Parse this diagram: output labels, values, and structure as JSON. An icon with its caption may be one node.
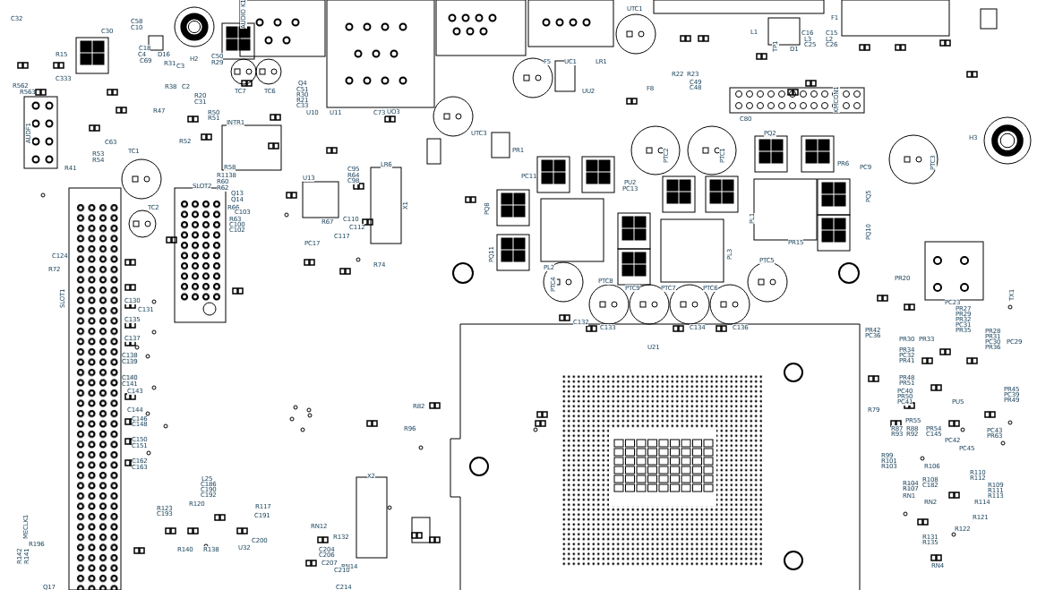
{
  "diagram": {
    "labels": [
      "C32",
      "R15",
      "C333",
      "R562",
      "R563",
      "AUDF1",
      "R41",
      "R53",
      "R54",
      "C63",
      "R47",
      "D16",
      "C58",
      "C10",
      "C30",
      "C18",
      "C4",
      "C69",
      "R31",
      "R38",
      "C3",
      "H2",
      "C2",
      "C50",
      "R29",
      "R20",
      "C31",
      "TC7",
      "TC6",
      "Q4",
      "C51",
      "R30",
      "R21",
      "C33",
      "AUDIO K1",
      "INTR1",
      "R50",
      "R51",
      "R52",
      "TC1",
      "SLOT2",
      "TC2",
      "R58",
      "R1138",
      "R60",
      "R62",
      "Q13",
      "Q14",
      "R66",
      "C103",
      "R63",
      "C100",
      "C102",
      "C124",
      "R72",
      "U13",
      "C95",
      "R64",
      "C98",
      "R67",
      "C110",
      "C112",
      "C117",
      "PC17",
      "R74",
      "X1",
      "U10",
      "U11",
      "C73",
      "UO3",
      "LR6",
      "SLOT1",
      "UTC1",
      "F5",
      "UC1",
      "LR1",
      "UU2",
      "UTC3",
      "F8",
      "R22",
      "R23",
      "C49",
      "C48",
      "KMCON1",
      "C80",
      "H3",
      "PTC3",
      "PTC2",
      "PTC1",
      "PQ2",
      "PR1",
      "PQ8",
      "PQ11",
      "PL2",
      "PL1",
      "PL3",
      "PQ5",
      "PQ10",
      "PR15",
      "PR20",
      "PTC5",
      "PTC4",
      "PTC8",
      "PTC9",
      "PTC7",
      "PTC6",
      "PC9",
      "PR6",
      "PU2",
      "PC13",
      "PC11",
      "F1",
      "D1",
      "TP1",
      "L1",
      "C16",
      "C15",
      "L3",
      "L2",
      "C25",
      "C26",
      "TX1",
      "C130",
      "C131",
      "C135",
      "C137",
      "C138",
      "C139",
      "C140",
      "C141",
      "C143",
      "C144",
      "C146",
      "C148",
      "C150",
      "C151",
      "C162",
      "C163",
      "L25",
      "C186",
      "C190",
      "C192",
      "R120",
      "R117",
      "C191",
      "C200",
      "R123",
      "C193",
      "R140",
      "R138",
      "U32",
      "RN12",
      "R132",
      "RN14",
      "C204",
      "C206",
      "C207",
      "C210",
      "C214",
      "X2",
      "MECLK1",
      "R196",
      "R142",
      "R141",
      "Q17",
      "R82",
      "R96",
      "U21",
      "C132",
      "C133",
      "C134",
      "C136",
      "PU5",
      "R79",
      "R87",
      "R88",
      "R93",
      "R92",
      "PR54",
      "C145",
      "PC42",
      "PC45",
      "PC43",
      "PR63",
      "R99",
      "R101",
      "R103",
      "R106",
      "R104",
      "R107",
      "R108",
      "C182",
      "R110",
      "R112",
      "R109",
      "R111",
      "R113",
      "R114",
      "RN1",
      "RN2",
      "R121",
      "R122",
      "R131",
      "R135",
      "RN4",
      "PR45",
      "PC39",
      "PR49",
      "PR27",
      "PR29",
      "PR32",
      "PC31",
      "PR35",
      "PR28",
      "PR31",
      "PC30",
      "PR36",
      "PC29",
      "PR42",
      "PC36",
      "PR30",
      "PR33",
      "PR34",
      "PC32",
      "PR41",
      "PR48",
      "PR51",
      "PC40",
      "PR50",
      "PC41",
      "PR55",
      "PC23"
    ]
  }
}
